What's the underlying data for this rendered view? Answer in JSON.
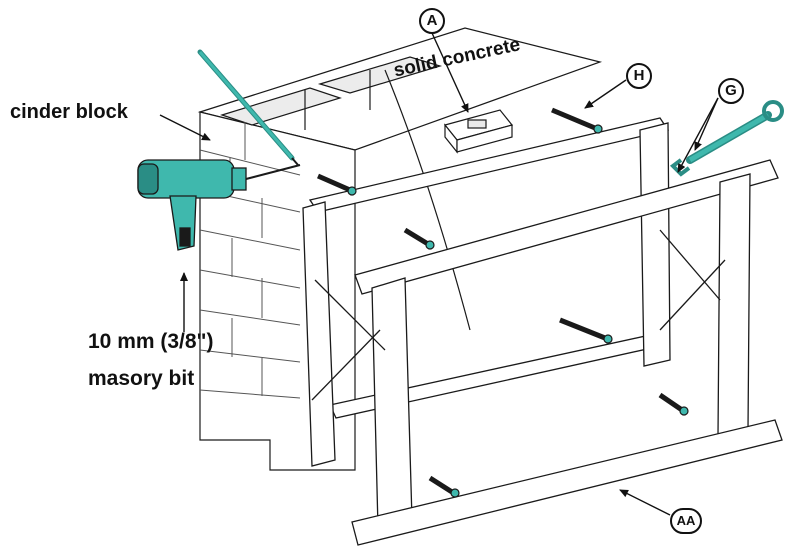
{
  "labels": {
    "cinder_block": "cinder block",
    "solid_concrete": "solid concrete",
    "bit_size": "10 mm (3/8\")",
    "bit_type": "masory bit"
  },
  "callouts": {
    "a": "A",
    "h": "H",
    "g": "G",
    "aa": "AA"
  },
  "colors": {
    "line": "#1a1a1a",
    "tool_teal": "#3fb8ad",
    "tool_teal_dark": "#2a8d85",
    "wall_shade": "#ececec",
    "background": "#ffffff"
  },
  "icons": [
    "drill-icon",
    "pencil-icon",
    "wrench-icon",
    "level-icon",
    "anchor-bolt-icon"
  ]
}
